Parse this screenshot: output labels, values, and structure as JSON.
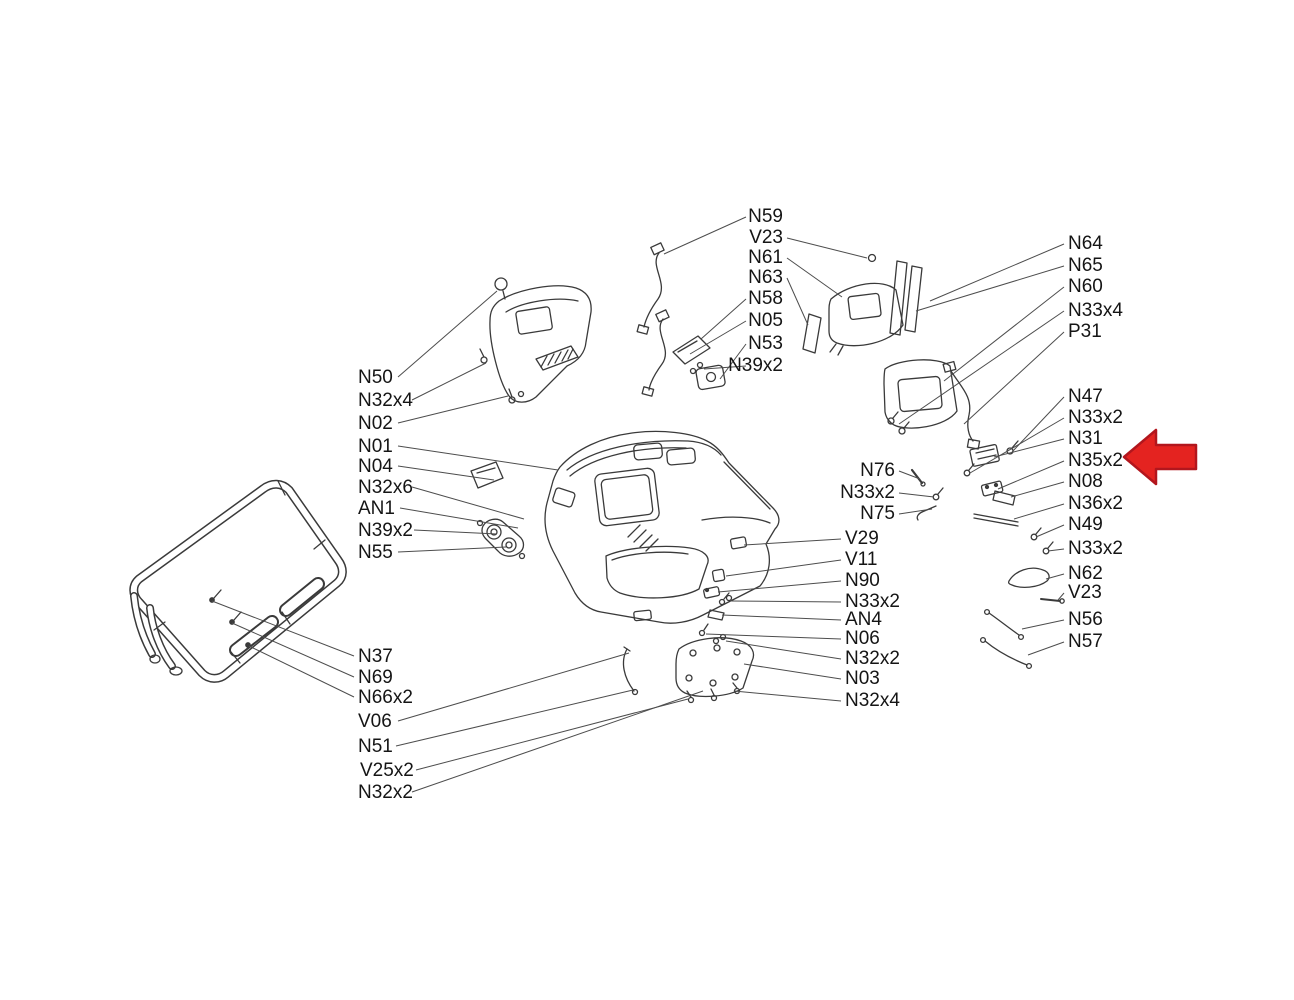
{
  "highlight": {
    "arrow_color": "#e42320",
    "target": "N35x2"
  },
  "labels": [
    {
      "text": "N50"
    },
    {
      "text": "N32x4"
    },
    {
      "text": "N02"
    },
    {
      "text": "N01"
    },
    {
      "text": "N04"
    },
    {
      "text": "N32x6"
    },
    {
      "text": "AN1"
    },
    {
      "text": "N39x2"
    },
    {
      "text": "N55"
    },
    {
      "text": "N37"
    },
    {
      "text": "N69"
    },
    {
      "text": "N66x2"
    },
    {
      "text": "V06"
    },
    {
      "text": "N51"
    },
    {
      "text": "V25x2"
    },
    {
      "text": "N32x2"
    },
    {
      "text": "N59"
    },
    {
      "text": "V23"
    },
    {
      "text": "N61"
    },
    {
      "text": "N63"
    },
    {
      "text": "N58"
    },
    {
      "text": "N05"
    },
    {
      "text": "N53"
    },
    {
      "text": "N39x2"
    },
    {
      "text": "N64"
    },
    {
      "text": "N65"
    },
    {
      "text": "N60"
    },
    {
      "text": "N33x4"
    },
    {
      "text": "P31"
    },
    {
      "text": "N47"
    },
    {
      "text": "N33x2"
    },
    {
      "text": "N31"
    },
    {
      "text": "N35x2"
    },
    {
      "text": "N08"
    },
    {
      "text": "N36x2"
    },
    {
      "text": "N49"
    },
    {
      "text": "N33x2"
    },
    {
      "text": "N62"
    },
    {
      "text": "V23"
    },
    {
      "text": "N56"
    },
    {
      "text": "N57"
    },
    {
      "text": "N76"
    },
    {
      "text": "N33x2"
    },
    {
      "text": "N75"
    },
    {
      "text": "V29"
    },
    {
      "text": "V11"
    },
    {
      "text": "N90"
    },
    {
      "text": "N33x2"
    },
    {
      "text": "AN4"
    },
    {
      "text": "N06"
    },
    {
      "text": "N32x2"
    },
    {
      "text": "N03"
    },
    {
      "text": "N32x4"
    }
  ]
}
